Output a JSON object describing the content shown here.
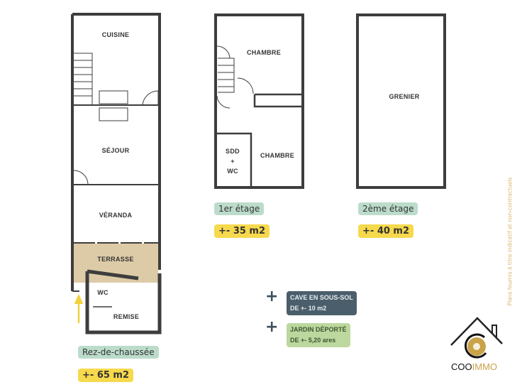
{
  "ground_floor": {
    "rooms": {
      "kitchen": "CUISINE",
      "living": "SÉJOUR",
      "veranda": "VÉRANDA",
      "terrace": "TERRASSE",
      "wc": "WC",
      "storage": "REMISE"
    },
    "level_label": "Rez-de-chaussée",
    "area": "+- 65 m2"
  },
  "first_floor": {
    "rooms": {
      "bedroom1": "CHAMBRE",
      "bedroom2": "CHAMBRE",
      "bathroom_line1": "SDD",
      "bathroom_line2": "+",
      "bathroom_line3": "WC"
    },
    "level_label": "1er étage",
    "area": "+- 35 m2"
  },
  "second_floor": {
    "rooms": {
      "attic": "GRENIER"
    },
    "level_label": "2ème étage",
    "area": "+- 40 m2"
  },
  "extras": [
    {
      "line1": "CAVE EN SOUS-SOL",
      "line2": "DE +- 10 m2"
    },
    {
      "line1": "JARDIN DÉPORTÉ",
      "line2": "DE +- 5,20 ares"
    }
  ],
  "plus_symbol": "+",
  "disclaimer": "Plans fournis à titre indicatif et non-contractuels",
  "logo": {
    "part1": "COO",
    "part2": "IMMO"
  },
  "colors": {
    "wall": "#3d3d3d",
    "terrace": "#ddcba7",
    "level_badge": "#bcdccb",
    "area_badge": "#f6d94c",
    "gold": "#c9a24a"
  }
}
